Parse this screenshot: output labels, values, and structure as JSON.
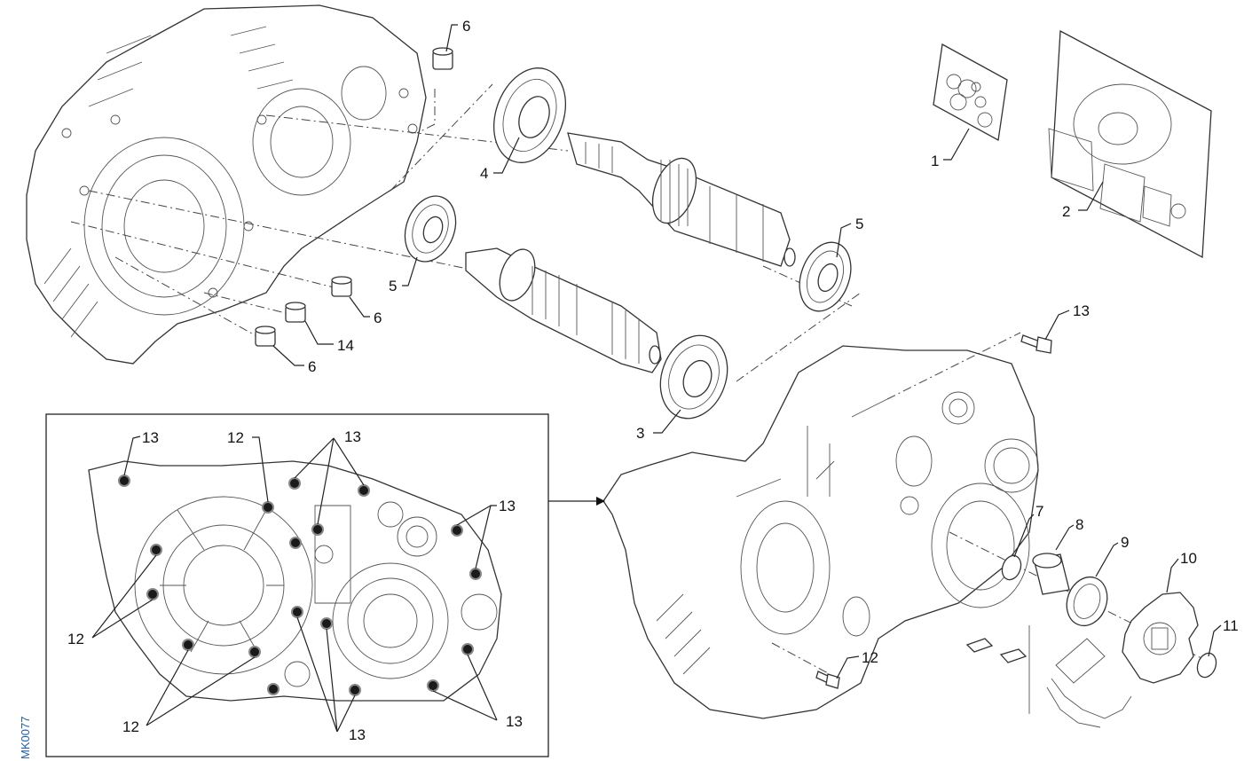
{
  "diagram": {
    "code": "MK0077",
    "labels": {
      "c1": "1",
      "c2": "2",
      "c3": "3",
      "c4": "4",
      "c5": "5",
      "c6": "6",
      "c7": "7",
      "c8": "8",
      "c9": "9",
      "c10": "10",
      "c11": "11",
      "c12": "12",
      "c13": "13",
      "c14": "14"
    }
  }
}
